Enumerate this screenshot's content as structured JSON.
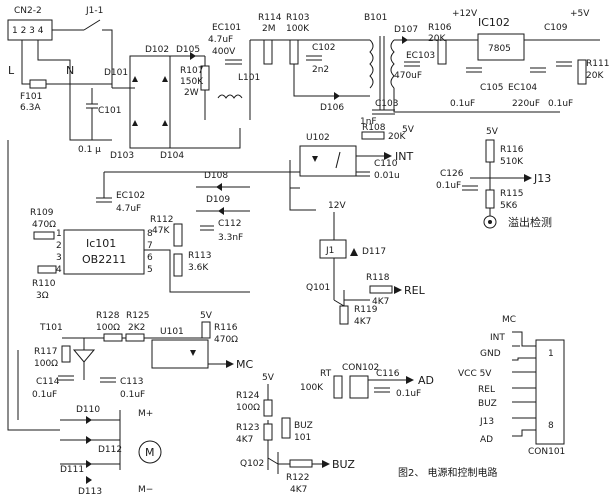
{
  "caption": "图2、 电源和控制电路",
  "labels": {
    "cn22": "CN2-2",
    "cn_pins": "1 2 3 4",
    "j11": "J1-1",
    "L": "L",
    "N": "N",
    "f101": "F101",
    "f101v": "6.3A",
    "c101": "C101",
    "c101v": "0.1 μ",
    "d101": "D101",
    "d102": "D102",
    "d103": "D103",
    "d104": "D104",
    "d105": "D105",
    "r107": "R107",
    "r107v1": "150K",
    "r107v2": "2W",
    "ec101": "EC101",
    "ec101v1": "4.7uF",
    "ec101v2": "400V",
    "l101": "L101",
    "r114": "R114",
    "r114v": "2M",
    "r103": "R103",
    "r103v": "100K",
    "c102": "C102",
    "c102v": "2n2",
    "d106": "D106",
    "b101": "B101",
    "c103": "C103",
    "c103v": "1nF",
    "d107": "D107",
    "ec103": "EC103",
    "ec103v": "470uF",
    "r106": "R106",
    "r106v": "20K",
    "p12v": "+12V",
    "ic102": "IC102",
    "ic102v": "7805",
    "p5v": "+5V",
    "c109": "C109",
    "c105": "C105",
    "c105v": "0.1uF",
    "ec104": "EC104",
    "ec104v": "220uF",
    "c109v": "0.1uF",
    "r111": "R111",
    "r111v": "20K",
    "u102": "U102",
    "r108": "R108",
    "r108v": "20K",
    "v5a": "5V",
    "int_out": "INT",
    "c110": "C110",
    "c110v": "0.01u",
    "ec102": "EC102",
    "ec102v": "4.7uF",
    "d108": "D108",
    "d109": "D109",
    "r109": "R109",
    "r109v": "470Ω",
    "r112": "R112",
    "r112v": "47K",
    "c112": "C112",
    "c112v": "3.3nF",
    "r113": "R113",
    "r113v": "3.6K",
    "ic101": "Ic101",
    "ic101v": "OB2211",
    "p1": "1",
    "p2": "2",
    "p3": "3",
    "p4": "4",
    "p5": "5",
    "p6": "6",
    "p7": "7",
    "p8": "8",
    "r110": "R110",
    "r110v": "3Ω",
    "v5b": "5V",
    "r116": "R116",
    "r116v": "510K",
    "c126": "C126",
    "c126v": "0.1uF",
    "j13a": "J13",
    "r115": "R115",
    "r115v": "5K6",
    "overflow": "溢出检测",
    "v12": "12V",
    "j1": "J1",
    "d117": "D117",
    "r118": "R118",
    "r118v": "4K7",
    "rel_out": "REL",
    "q101": "Q101",
    "r119": "R119",
    "r119v": "4K7",
    "t101": "T101",
    "r128": "R128",
    "r128v": "100Ω",
    "r125": "R125",
    "r125v": "2K2",
    "u101": "U101",
    "v5c": "5V",
    "r116b": "R116",
    "r116bv": "470Ω",
    "r117": "R117",
    "r117v": "100Ω",
    "mc_out": "MC",
    "c114": "C114",
    "c114v": "0.1uF",
    "c113": "C113",
    "c113v": "0.1uF",
    "d110": "D110",
    "d111": "D111",
    "d112": "D112",
    "d113": "D113",
    "mplus": "M+",
    "mminus": "M−",
    "motor": "M",
    "v5d": "5V",
    "r124": "R124",
    "r124v": "100Ω",
    "r123": "R123",
    "r123v": "4K7",
    "buz": "BUZ",
    "buz101": "101",
    "q102": "Q102",
    "r122": "R122",
    "r122v": "4K7",
    "buz_out": "BUZ",
    "rt": "RT",
    "rtv": "100K",
    "con102": "CON102",
    "c116": "C116",
    "c116v": "0.1uF",
    "ad_out": "AD",
    "con101": "CON101",
    "con_p1": "1",
    "con_p8": "8",
    "c_mc": "MC",
    "c_int": "INT",
    "c_gnd": "GND",
    "c_vcc": "VCC 5V",
    "c_rel": "REL",
    "c_buz": "BUZ",
    "c_j13": "J13",
    "c_ad": "AD"
  }
}
